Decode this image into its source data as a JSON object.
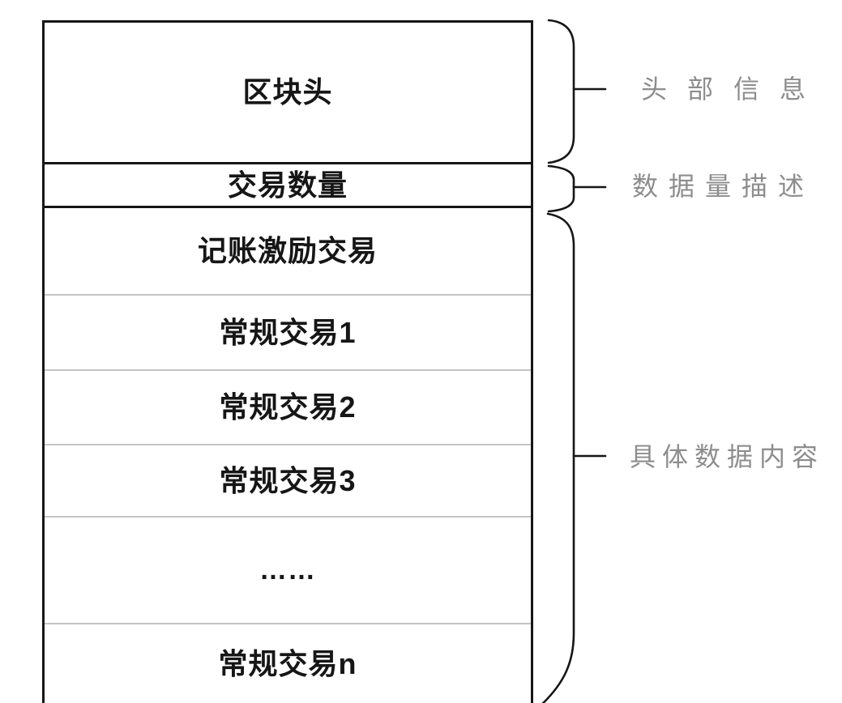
{
  "diagram": {
    "title_none": "",
    "block": {
      "header": "区块头",
      "tx_count": "交易数量",
      "rows": [
        "记账激励交易",
        "常规交易1",
        "常规交易2",
        "常规交易3",
        "……",
        "常规交易n"
      ]
    },
    "annotations": [
      {
        "label": "头部信息"
      },
      {
        "label": "数据量描述"
      },
      {
        "label": "具体数据内容"
      }
    ],
    "colors": {
      "line": "#161616",
      "separator": "#c4c4c4",
      "annotation_text": "#8d8d8d",
      "background": "#ffffff"
    }
  }
}
